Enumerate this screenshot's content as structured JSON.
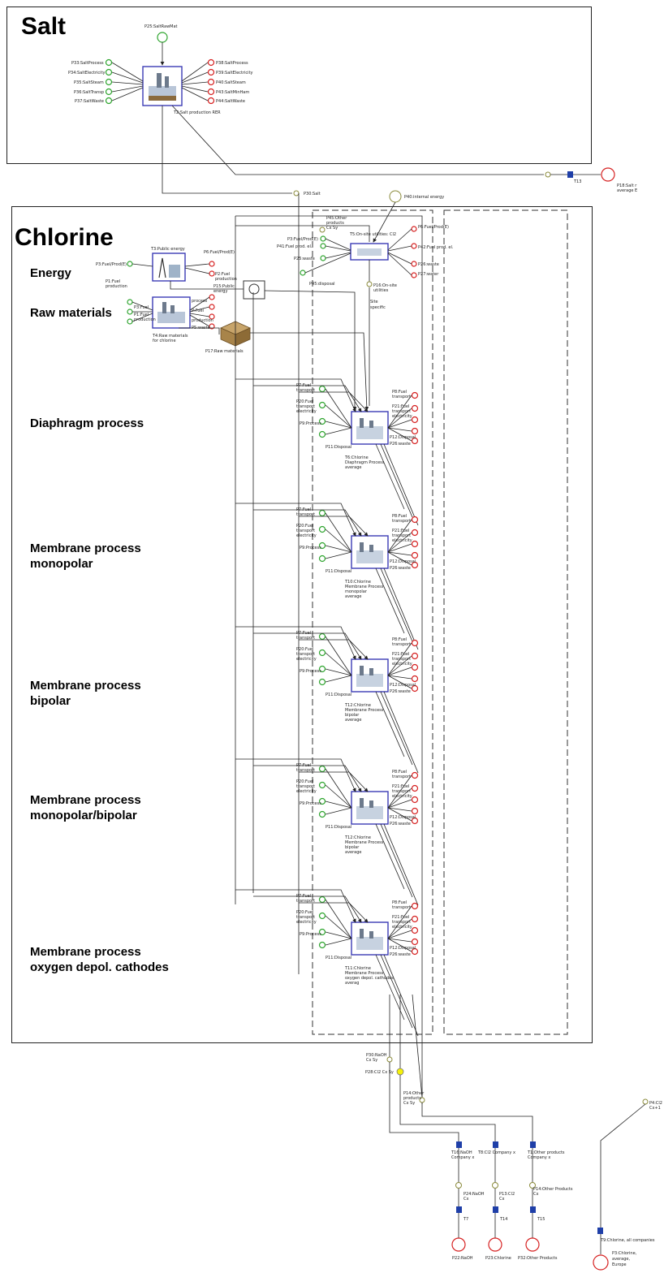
{
  "sections": {
    "salt": "Salt",
    "chlorine": "Chlorine",
    "energy": "Energy",
    "raw_materials": "Raw materials",
    "diaphragm": "Diaphragm process",
    "mem_mono_1": "Membrane process",
    "mem_mono_2": "monopolar",
    "mem_bi_1": "Membrane process",
    "mem_bi_2": "bipolar",
    "mem_mb_1": "Membrane process",
    "mem_mb_2": "monopolar/bipolar",
    "mem_ox_1": "Membrane process",
    "mem_ox_2": "oxygen depol. cathodes"
  },
  "salt": {
    "top_input": "P25:SaltRawMat",
    "inputs": [
      "P33:SaltProcess",
      "P34:SaltElectricity",
      "P35:SaltSteam",
      "P36:SaltTransp",
      "P37:SaltWaste"
    ],
    "outputs": [
      "P38:SaltProcess",
      "P39:SaltElectricity",
      "P40:SaltSteam",
      "P43:SaltMinHam",
      "P44:SaltWaste"
    ],
    "process": "T2:Salt production RER",
    "p30": "P30:Salt",
    "t13": "T13",
    "p18_1": "P18:Salt r",
    "p18_2": "average E"
  },
  "energy": {
    "process": "T3:Public energy",
    "in1": "P3:Fuel/Prod(E)",
    "in2_1": "P1:Fuel",
    "in2_2": "production",
    "out1": "P6:Fuel/Prod(E)",
    "out2_1": "P2:Fuel",
    "out2_2": "production",
    "p15_1": "P15:Public",
    "p15_2": "energy"
  },
  "raw": {
    "process_1": "T4:Raw materials",
    "process_2": "for chlorine",
    "in": [
      "P3:Fuel",
      "P1:Fuel",
      "production"
    ],
    "out": [
      "process",
      "P:Fuel",
      "production",
      "P5:waste"
    ],
    "p17": "P17:Raw materials"
  },
  "onsite": {
    "process": "T5:On-site utilities: Cl2",
    "p40": "P40:internal energy",
    "p45_1": "P45:Other",
    "p45_2": "products",
    "p45_3": "Cx Sy",
    "inputs": [
      "P3:Fuel/Prod(E)",
      "P41:Fuel prod. el.",
      "P25:waste",
      "P45:disposal"
    ],
    "outputs": [
      "P6:Fuel/Prod(E)",
      "P42:Fuel prod. el.",
      "P26:waste",
      "P27:water"
    ],
    "p16_1": "P16:On-site",
    "p16_2": "utilities",
    "site_1": "Site",
    "site_2": "specific"
  },
  "cell_in": [
    "P7:Fuel",
    "transport",
    "P20:Fuel",
    "transport",
    "electricity",
    "P9:Process",
    "P11:Disposal"
  ],
  "cell_out": [
    "P8:Fuel",
    "transport",
    "P21:Fuel",
    "transport",
    "electricity",
    "P12:Disposal",
    "P26:waste"
  ],
  "cells": [
    {
      "l1": "T6:Chlorine",
      "l2": "Diaphragm Process",
      "l3": "average"
    },
    {
      "l1": "T10:Chlorine",
      "l2": "Membrane Process",
      "l3": "monopolar",
      "l4": "average"
    },
    {
      "l1": "T12:Chlorine",
      "l2": "Membrane Process",
      "l3": "bipolar",
      "l4": "average"
    },
    {
      "l1": "T12:Chlorine",
      "l2": "Membrane Process",
      "l3": "bipolar",
      "l4": "average"
    },
    {
      "l1": "T11:Chlorine",
      "l2": "Membrane Process",
      "l3": "oxygen depol. cathodes",
      "l4": "averag"
    }
  ],
  "bottom": {
    "p30_1": "P30:NaOH",
    "p30_2": "Cx Sy",
    "p28": "P28:Cl2 Cx Sy",
    "p14_1": "P14:Other",
    "p14_2": "products",
    "p14_3": "Cx Sy",
    "p4_1": "P4:Cl2",
    "p4_2": "Cx+1",
    "t16_1": "T16:NaOH",
    "t16_2": "Company x",
    "t8": "T8:Cl2 Company x",
    "t1_1": "T1:Other products",
    "t1_2": "Company x",
    "p24_1": "P24:NaOH",
    "p24_2": "Cx",
    "p13_1": "P13:Cl2",
    "p13_2": "Cx",
    "p14b_1": "P14:Other Products",
    "p14b_2": "Cx",
    "t7": "T7",
    "t14": "T14",
    "t15": "T15",
    "t9": "T9:Chlorine, all companies",
    "p22": "P22:NaOH",
    "p23": "P23:Chlorine",
    "p32": "P32:Other Products",
    "p3_1": "P3:Chlorine,",
    "p3_2": "average,",
    "p3_3": "Europe"
  },
  "colors": {
    "input": "#2fa52f",
    "output": "#d62020",
    "process_border": "#3b3bb5",
    "transfer_box": "#1f3fa8",
    "highlight": "#f5f10a"
  }
}
